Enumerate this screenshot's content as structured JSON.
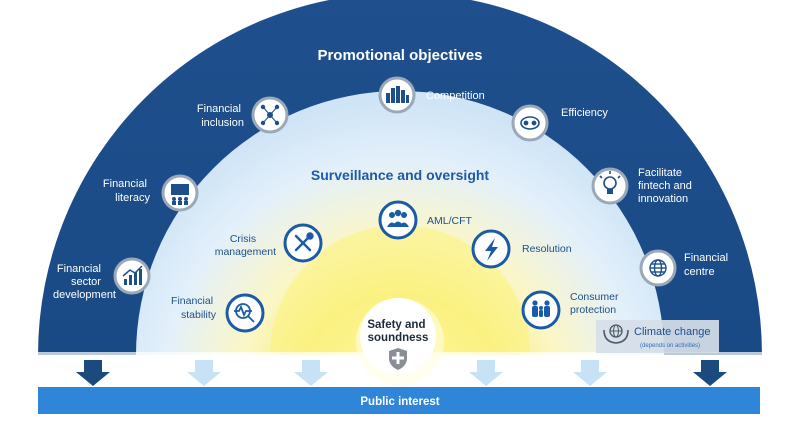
{
  "title": "Promotional objectives",
  "inner_title": "Surveillance and oversight",
  "core_lines": [
    "Safety and",
    "soundness"
  ],
  "outer_items": [
    {
      "id": "financial-sector-development",
      "lines": [
        "Financial",
        "sector",
        "development"
      ],
      "icon": "bar-chart-icon"
    },
    {
      "id": "financial-literacy",
      "lines": [
        "Financial",
        "literacy"
      ],
      "icon": "presentation-icon"
    },
    {
      "id": "financial-inclusion",
      "lines": [
        "Financial",
        "inclusion"
      ],
      "icon": "people-network-icon"
    },
    {
      "id": "competition",
      "lines": [
        "Competition"
      ],
      "icon": "buildings-icon"
    },
    {
      "id": "efficiency",
      "lines": [
        "Efficiency"
      ],
      "icon": "cycle-icon"
    },
    {
      "id": "facilitate-fintech",
      "lines": [
        "Facilitate",
        "fintech and",
        "innovation"
      ],
      "icon": "lightbulb-icon"
    },
    {
      "id": "financial-centre",
      "lines": [
        "Financial",
        "centre"
      ],
      "icon": "globe-icon"
    }
  ],
  "inner_items": [
    {
      "id": "financial-stability",
      "lines": [
        "Financial",
        "stability"
      ],
      "icon": "magnifier-icon"
    },
    {
      "id": "crisis-management",
      "lines": [
        "Crisis",
        "management"
      ],
      "icon": "tools-icon"
    },
    {
      "id": "aml-cft",
      "lines": [
        "AML/CFT"
      ],
      "icon": "group-icon"
    },
    {
      "id": "resolution",
      "lines": [
        "Resolution"
      ],
      "icon": "lightning-icon"
    },
    {
      "id": "consumer-protection",
      "lines": [
        "Consumer",
        "protection"
      ],
      "icon": "family-icon"
    }
  ],
  "climate": {
    "label": "Climate change",
    "note": "(depends on activities)",
    "icon": "hands-globe-icon"
  },
  "bottom_bar": "Public interest",
  "colors": {
    "outer_blue": "#1d4f8a",
    "inner_blue": "#1a5ba8",
    "bar_blue": "#2f86d8",
    "dark_arrow": "#1b4a7e",
    "light_arrow": "#c7e1f5",
    "glow": "#fbf39a"
  }
}
